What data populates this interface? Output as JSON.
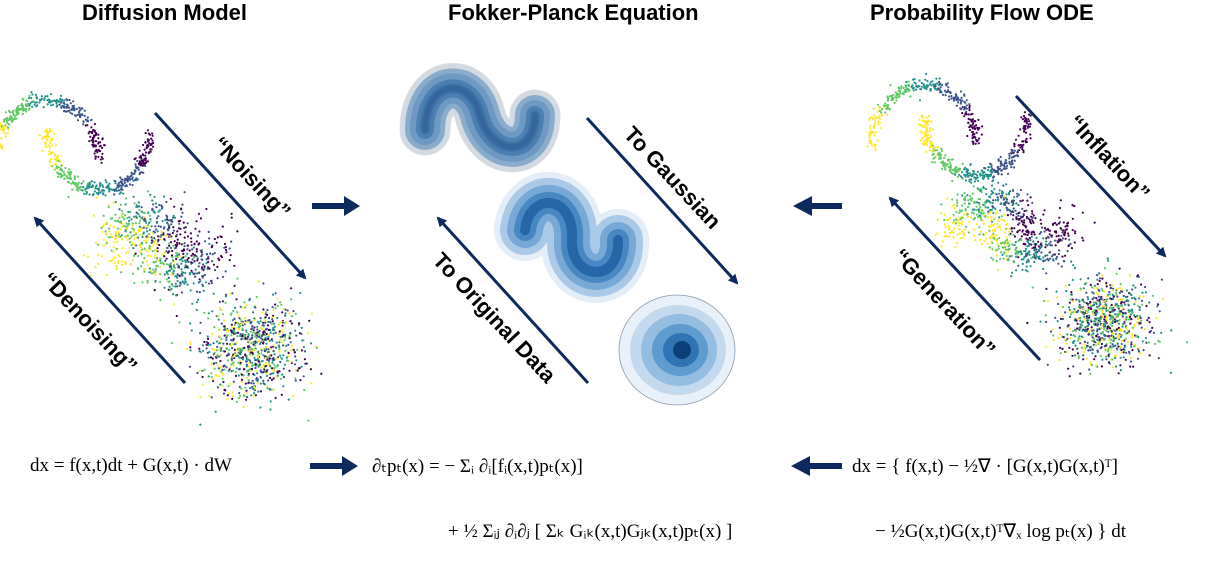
{
  "headings": {
    "diffusion": "Diffusion Model",
    "fokker": "Fokker-Planck Equation",
    "pf_ode": "Probability Flow ODE"
  },
  "arrow_labels": {
    "noising": "“Noising”",
    "denoising": "“Denoising”",
    "to_gaussian": "To Gaussian",
    "to_original": "To Original Data",
    "inflation": "“Inflation”",
    "generation": "“Generation”"
  },
  "equations": {
    "sde": "dx = f(x,t)dt + G(x,t) · dW",
    "fp_line1": "∂ₜpₜ(x) = − Σᵢ ∂ᵢ[fᵢ(x,t)pₜ(x)]",
    "fp_line2": "+ ½ Σᵢⱼ ∂ᵢ∂ⱼ [ Σₖ Gᵢₖ(x,t)Gⱼₖ(x,t)pₜ(x) ]",
    "ode_line1": "dx = { f(x,t) − ½∇ · [G(x,t)G(x,t)ᵀ]",
    "ode_line2": "− ½G(x,t)G(x,t)ᵀ∇ₓ log pₜ(x) } dt"
  },
  "colors": {
    "arrow": "#0d2a5e",
    "viridis": [
      "#440154",
      "#3b528b",
      "#21918c",
      "#5ec962",
      "#fde725"
    ],
    "density_light": "#dce9f5",
    "density_dark": "#08306b"
  }
}
